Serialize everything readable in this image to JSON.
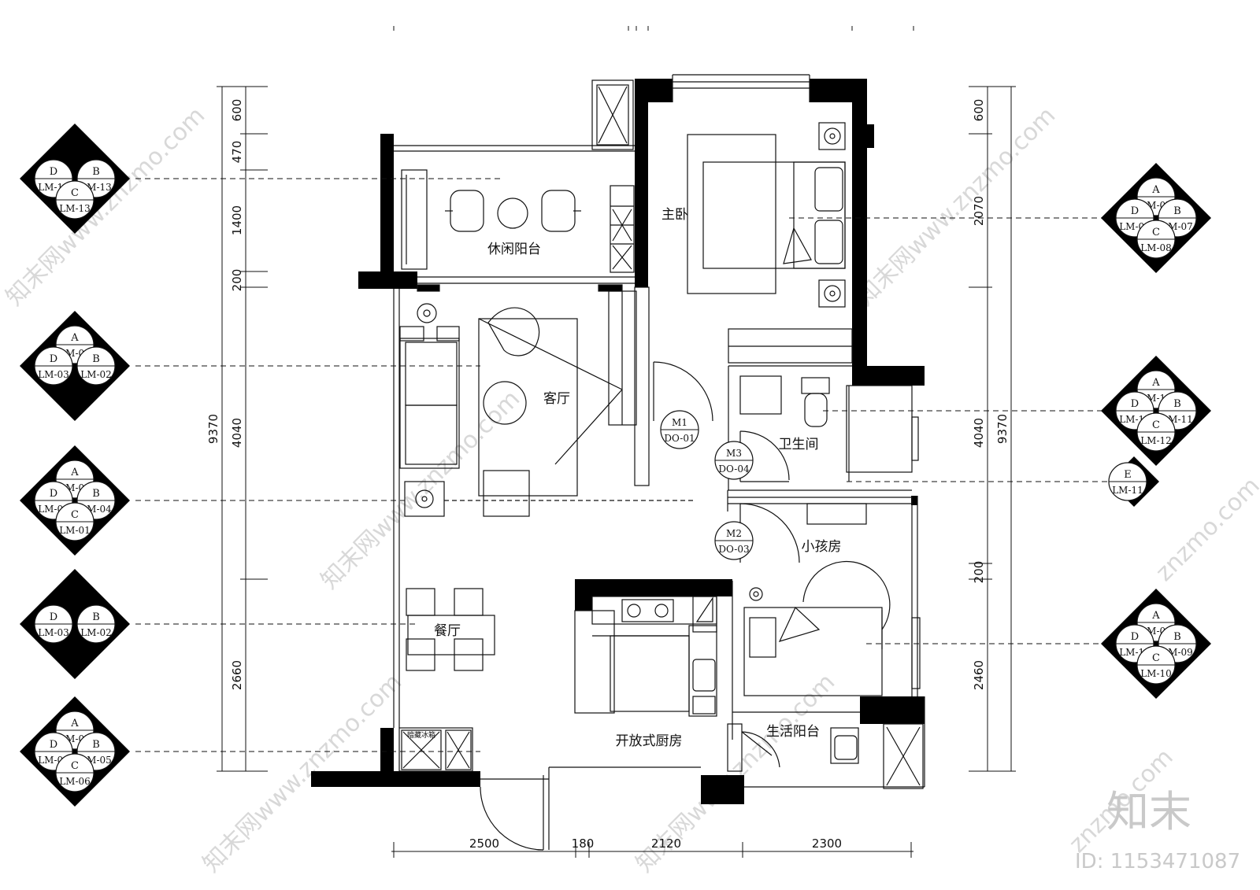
{
  "rooms": {
    "leisure_balcony": "休闲阳台",
    "master_bedroom": "主卧",
    "living_room": "客厅",
    "bathroom": "卫生间",
    "kids_room": "小孩房",
    "dining_room": "餐厅",
    "open_kitchen": "开放式厨房",
    "utility_balcony": "生活阳台",
    "fridge_label": "暗藏冰箱"
  },
  "doors": [
    {
      "code": "M1",
      "ref": "DO-01"
    },
    {
      "code": "M3",
      "ref": "DO-04"
    },
    {
      "code": "M2",
      "ref": "DO-03"
    }
  ],
  "dimensions": {
    "left_total": "9370",
    "left_segments": [
      "600",
      "470",
      "1400",
      "200",
      "4040",
      "2660"
    ],
    "right_total": "9370",
    "right_segments": [
      "600",
      "2070",
      "4040",
      "200",
      "2460"
    ],
    "bottom_segments": [
      "2500",
      "180",
      "2120",
      "2300"
    ]
  },
  "elevation_markers": {
    "left": [
      {
        "top": "",
        "left": "D",
        "right": "B",
        "bottom": "C",
        "top_ref": "",
        "left_ref": "LM-14",
        "right_ref": "LM-13",
        "bottom_ref": "LM-13"
      },
      {
        "top": "A",
        "left": "D",
        "right": "B",
        "bottom": "",
        "top_ref": "LM-01",
        "left_ref": "LM-03",
        "right_ref": "LM-02",
        "bottom_ref": ""
      },
      {
        "top": "A",
        "left": "D",
        "right": "B",
        "bottom": "C",
        "top_ref": "LM-04",
        "left_ref": "LM-04",
        "right_ref": "LM-04",
        "bottom_ref": "LM-01"
      },
      {
        "top": "",
        "left": "D",
        "right": "B",
        "bottom": "",
        "top_ref": "",
        "left_ref": "LM-03",
        "right_ref": "LM-02",
        "bottom_ref": ""
      },
      {
        "top": "A",
        "left": "D",
        "right": "B",
        "bottom": "C",
        "top_ref": "LM-05",
        "left_ref": "LM-06",
        "right_ref": "LM-05",
        "bottom_ref": "LM-06"
      }
    ],
    "right": [
      {
        "top": "A",
        "left": "D",
        "right": "B",
        "bottom": "C",
        "top_ref": "LM-07",
        "left_ref": "LM-08",
        "right_ref": "LM-07",
        "bottom_ref": "LM-08"
      },
      {
        "top": "A",
        "left": "D",
        "right": "B",
        "bottom": "C",
        "top_ref": "LM-11",
        "left_ref": "LM-12",
        "right_ref": "LM-11",
        "bottom_ref": "LM-12"
      },
      {
        "top": "A",
        "left": "D",
        "right": "B",
        "bottom": "C",
        "top_ref": "LM-09",
        "left_ref": "LM-10",
        "right_ref": "LM-09",
        "bottom_ref": "LM-10"
      }
    ],
    "single": {
      "letter": "E",
      "ref": "LM-11"
    }
  },
  "watermark": {
    "brand": "知末",
    "id_text": "ID: 1153471087",
    "site": "知末网www.znzmo.com",
    "site_short": "znzmo.com"
  },
  "colors": {
    "wall": "#000000",
    "line": "#111111",
    "watermark": "#d8d8d8"
  }
}
